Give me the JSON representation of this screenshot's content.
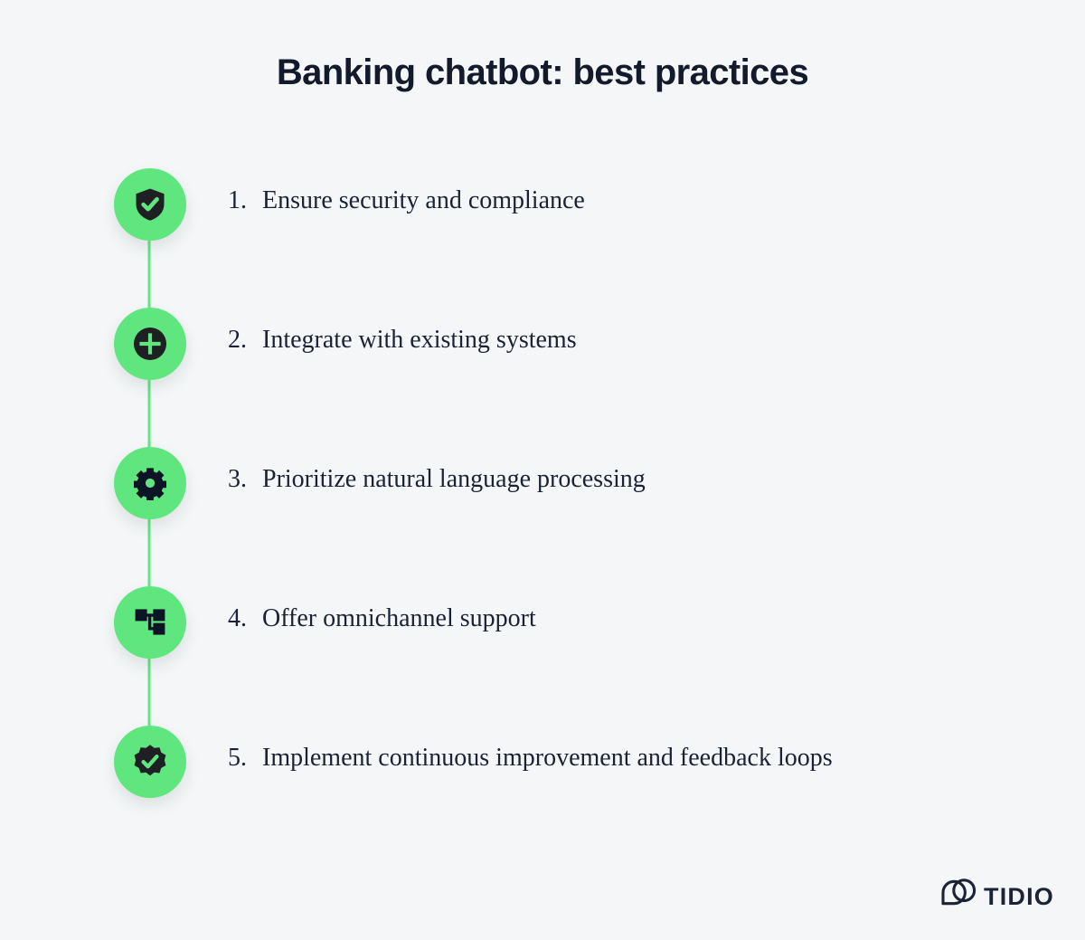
{
  "page": {
    "title": "Banking chatbot: best practices",
    "background_color": "#f4f6f8",
    "accent_color": "#5fe67f",
    "text_color": "#1b2235",
    "title_color": "#131a2b"
  },
  "steps": [
    {
      "number": "1.",
      "label": "Ensure security and compliance",
      "icon": "shield-check-icon"
    },
    {
      "number": "2.",
      "label": "Integrate with existing systems",
      "icon": "plus-circle-icon"
    },
    {
      "number": "3.",
      "label": "Prioritize natural language processing",
      "icon": "gear-icon"
    },
    {
      "number": "4.",
      "label": "Offer omnichannel support",
      "icon": "sitemap-nodes-icon"
    },
    {
      "number": "5.",
      "label": "Implement continuous improvement and feedback loops",
      "icon": "badge-check-icon"
    }
  ],
  "logo": {
    "name": "tidio-logo",
    "wordmark": "TIDIO",
    "mark_icon": "chat-bubble-overlap-icon",
    "color": "#1b2337"
  }
}
